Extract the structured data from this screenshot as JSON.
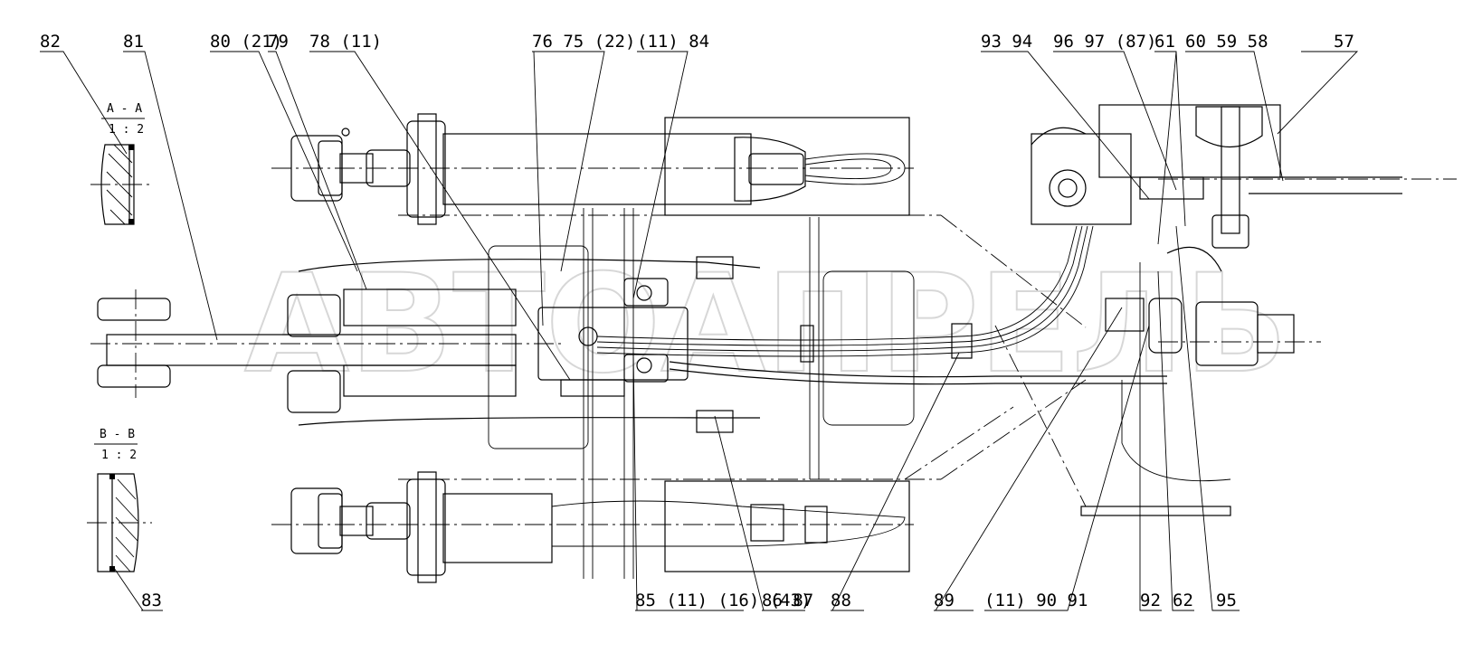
{
  "watermark": "АВТОАПРЕЛЬ",
  "sections": [
    {
      "name": "A - A",
      "scale": "1 : 2"
    },
    {
      "name": "B - B",
      "scale": "1 : 2"
    }
  ],
  "callouts": {
    "c82": "82",
    "c81": "81",
    "c80": "80 (21)",
    "c79": "79",
    "c78": "78 (11)",
    "c76": "76 75 (22)",
    "c84": "(11) 84",
    "c93": "93 94",
    "c96": "96 97 (87)",
    "c61": "61",
    "c60": "60 59 58",
    "c57": "57",
    "c83": "83",
    "c85": "85 (11) (16) (43)",
    "c86": "86 87",
    "c88": "88",
    "c89": "89",
    "c90": "(11) 90 91",
    "c92": "92",
    "c62": "62",
    "c95": "95"
  }
}
